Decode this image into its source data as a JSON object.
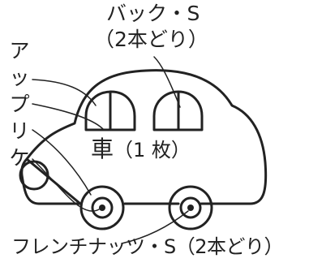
{
  "labels": {
    "back_stitch_line1": "バック・S",
    "back_stitch_line2": "（2本どり）",
    "applique": "アップリケ",
    "car_body": "車",
    "car_body_count": "（1 枚）",
    "french_knot": "フレンチナッツ・S（2本どり）"
  },
  "colors": {
    "stroke": "#222222",
    "background": "#ffffff"
  }
}
